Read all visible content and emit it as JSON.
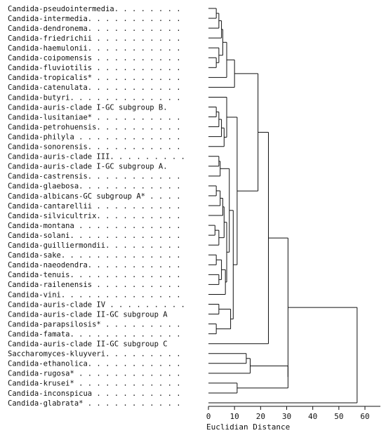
{
  "leaves": [
    "Candida-pseudointermedia. . . . . . . .",
    "Candida-intermedia. . . . . . . . . . .",
    "Candida-dendronema. . . . . . . . . . .",
    "Candida-friedrichii . . . . . . . . . .",
    "Candida-haemulonii. . . . . . . . . . .",
    "Candida-coipomensis . . . . . . . . . .",
    "Candida-fluviotilis . . . . . . . . . .",
    "Candida-tropicalis* . . . . . . . . . .",
    "Candida-catenulata. . . . . . . . . . .",
    "Candida-butyri. . . . . . . . . . . . .",
    "Candida-auris-clade I-GC subgroup B.",
    "Candida-lusitaniae* . . . . . . . . . .",
    "Candida-petrohuensis. . . . . . . . . .",
    "Candida-philyla . . . . . . . . . . . .",
    "Candida-sonorensis. . . . . . . . . . .",
    "Candida-auris-clade III. . . . . . . . .",
    "Candida-auris-clade I-GC subgroup A.",
    "Candida-castrensis. . . . . . . . . . .",
    "Candida-glaebosa. . . . . . . . . . . .",
    "Candida-albicans-GC subgroup A* . . . .",
    "Candida-cantarellii . . . . . . . . . .",
    "Candida-silvicultrix. . . . . . . . . .",
    "Candida-montana . . . . . . . . . . . .",
    "Candida-solani. . . . . . . . . . . . .",
    "Candida-guilliermondii. . . . . . . . .",
    "Candida-sake. . . . . . . . . . . . . .",
    "Candida-naeodendra. . . . . . . . . . .",
    "Candida-tenuis. . . . . . . . . . . . .",
    "Candida-railenensis . . . . . . . . . .",
    "Candida-vini. . . . . . . . . . . . . .",
    "Candida-auris-clade IV . . . . . . . . .",
    "Candida-auris-clade II-GC subgroup A",
    "Candida-parapsilosis* . . . . . . . . .",
    "Candida-famata. . . . . . . . . . . . .",
    "Candida-auris-clade II-GC subgroup C",
    "Saccharomyces-kluyveri. . . . . . . . .",
    "Candida-ethanolica. . . . . . . . . . .",
    "Candida-rugosa* . . . . . . . . . . . .",
    "Candida-krusei* . . . . . . . . . . . .",
    "Candida-inconspicua . . . . . . . . . .",
    "Candida-glabrata* . . . . . . . . . . ."
  ],
  "axis": {
    "title": "Euclidian Distance",
    "min": 0,
    "max": 60,
    "ticks": [
      0,
      10,
      20,
      30,
      40,
      50,
      60
    ]
  },
  "merges": [
    [
      0,
      1,
      3
    ],
    [
      -1,
      2,
      4
    ],
    [
      -2,
      3,
      5
    ],
    [
      5,
      6,
      3
    ],
    [
      4,
      -4,
      4
    ],
    [
      -3,
      -5,
      5.5
    ],
    [
      -6,
      7,
      7
    ],
    [
      -7,
      8,
      10
    ],
    [
      10,
      11,
      3
    ],
    [
      -9,
      12,
      4
    ],
    [
      -10,
      13,
      5
    ],
    [
      -11,
      14,
      6
    ],
    [
      9,
      -12,
      7
    ],
    [
      15,
      16,
      4
    ],
    [
      -14,
      17,
      4.5
    ],
    [
      18,
      19,
      3
    ],
    [
      -16,
      20,
      4.5
    ],
    [
      -17,
      21,
      5.5
    ],
    [
      22,
      23,
      2.5
    ],
    [
      -19,
      24,
      4
    ],
    [
      -18,
      -20,
      6
    ],
    [
      25,
      26,
      3
    ],
    [
      27,
      28,
      4
    ],
    [
      -22,
      -23,
      5
    ],
    [
      -24,
      29,
      6.5
    ],
    [
      -21,
      -25,
      7
    ],
    [
      -15,
      -26,
      8
    ],
    [
      30,
      31,
      4
    ],
    [
      32,
      33,
      3
    ],
    [
      -28,
      -29,
      8.5
    ],
    [
      -27,
      -30,
      9.5
    ],
    [
      -13,
      -31,
      11
    ],
    [
      -8,
      -32,
      19
    ],
    [
      -33,
      34,
      23
    ],
    [
      35,
      36,
      14.5
    ],
    [
      -35,
      37,
      16
    ],
    [
      38,
      39,
      11
    ],
    [
      -36,
      -37,
      30.5
    ],
    [
      -34,
      -38,
      30.5
    ],
    [
      -39,
      40,
      57
    ]
  ]
}
